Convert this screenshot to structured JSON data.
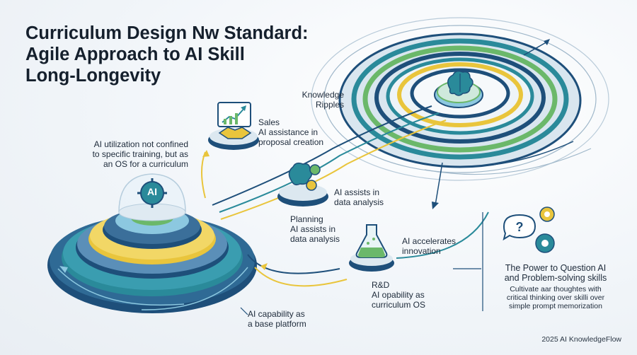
{
  "title": {
    "line1": "Curriculum Design Nw Standard:",
    "line2": "Agile Approach to AI Skill",
    "line3": "Long-Longevity"
  },
  "ripples": {
    "label_line1": "Knowledge",
    "label_line2": "Ripples"
  },
  "base": {
    "chip_text": "AI",
    "note_line1": "AI utilization not confined",
    "note_line2": "to specific training, but as",
    "note_line3": "an OS for a curriculum",
    "caption_line1": "AI capability as",
    "caption_line2": "a base platform"
  },
  "sales": {
    "title": "Sales",
    "desc_line1": "AI assistance in",
    "desc_line2": "proposal creation"
  },
  "planning": {
    "title": "Planning",
    "desc_line1": "AI assists in",
    "desc_line2": "data analysis",
    "side_line1": "AI assists in",
    "side_line2": "data analysis"
  },
  "rnd": {
    "title": "R&D",
    "desc_line1": "AI opability as",
    "desc_line2": "curriculum OS",
    "side_line1": "AI accelerates",
    "side_line2": "innovation"
  },
  "question": {
    "title_line1": "The Power to Question AI",
    "title_line2": "and Problem-solving skills",
    "desc_line1": "Cultivate aar thoughtes with",
    "desc_line2": "critical thinking over skilli over",
    "desc_line3": "simple prompt memorization"
  },
  "footer": "2025 AI KnowledgeFlow",
  "colors": {
    "navy": "#1e4f7a",
    "teal": "#2a8a9a",
    "green": "#6bb86a",
    "yellow": "#e9c53c",
    "light_blue": "#8cc8e0"
  }
}
